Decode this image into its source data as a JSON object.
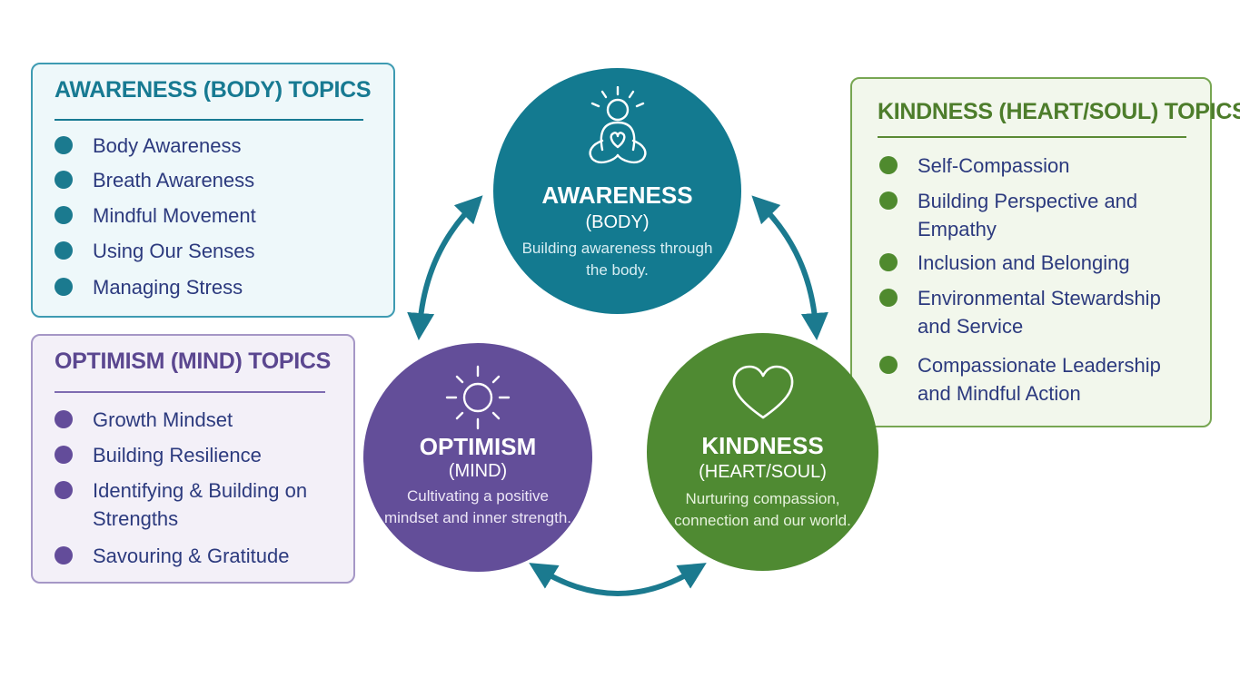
{
  "panels": {
    "awareness": {
      "title": "AWARENESS (BODY) TOPICS",
      "topics": [
        "Body Awareness",
        "Breath Awareness",
        "Mindful Movement",
        "Using Our Senses",
        "Managing Stress"
      ]
    },
    "optimism": {
      "title": "OPTIMISM (MIND) TOPICS",
      "topics": [
        "Growth Mindset",
        "Building Resilience",
        "Identifying & Building on Strengths",
        "Savouring & Gratitude"
      ]
    },
    "kindness": {
      "title": "KINDNESS (HEART/SOUL) TOPICS",
      "topics": [
        "Self-Compassion",
        "Building Perspective and Empathy",
        "Inclusion and Belonging",
        "Environmental Stewardship and Service",
        "Compassionate Leadership and Mindful Action"
      ]
    }
  },
  "circles": {
    "awareness": {
      "title": "AWARENESS",
      "subtitle": "(BODY)",
      "description": "Building awareness through the body.",
      "icon": "meditating-person-icon"
    },
    "optimism": {
      "title": "OPTIMISM",
      "subtitle": "(MIND)",
      "description": "Cultivating a positive mindset and inner strength.",
      "icon": "sun-icon"
    },
    "kindness": {
      "title": "KINDNESS",
      "subtitle": "(HEART/SOUL)",
      "description": "Nurturing compassion, connection and our world.",
      "icon": "heart-icon"
    }
  },
  "colors": {
    "awareness": "#137a90",
    "optimism": "#634e99",
    "kindness": "#4f8a32",
    "arrow": "#1b7a8f",
    "topic_text": "#2c3a7e"
  }
}
